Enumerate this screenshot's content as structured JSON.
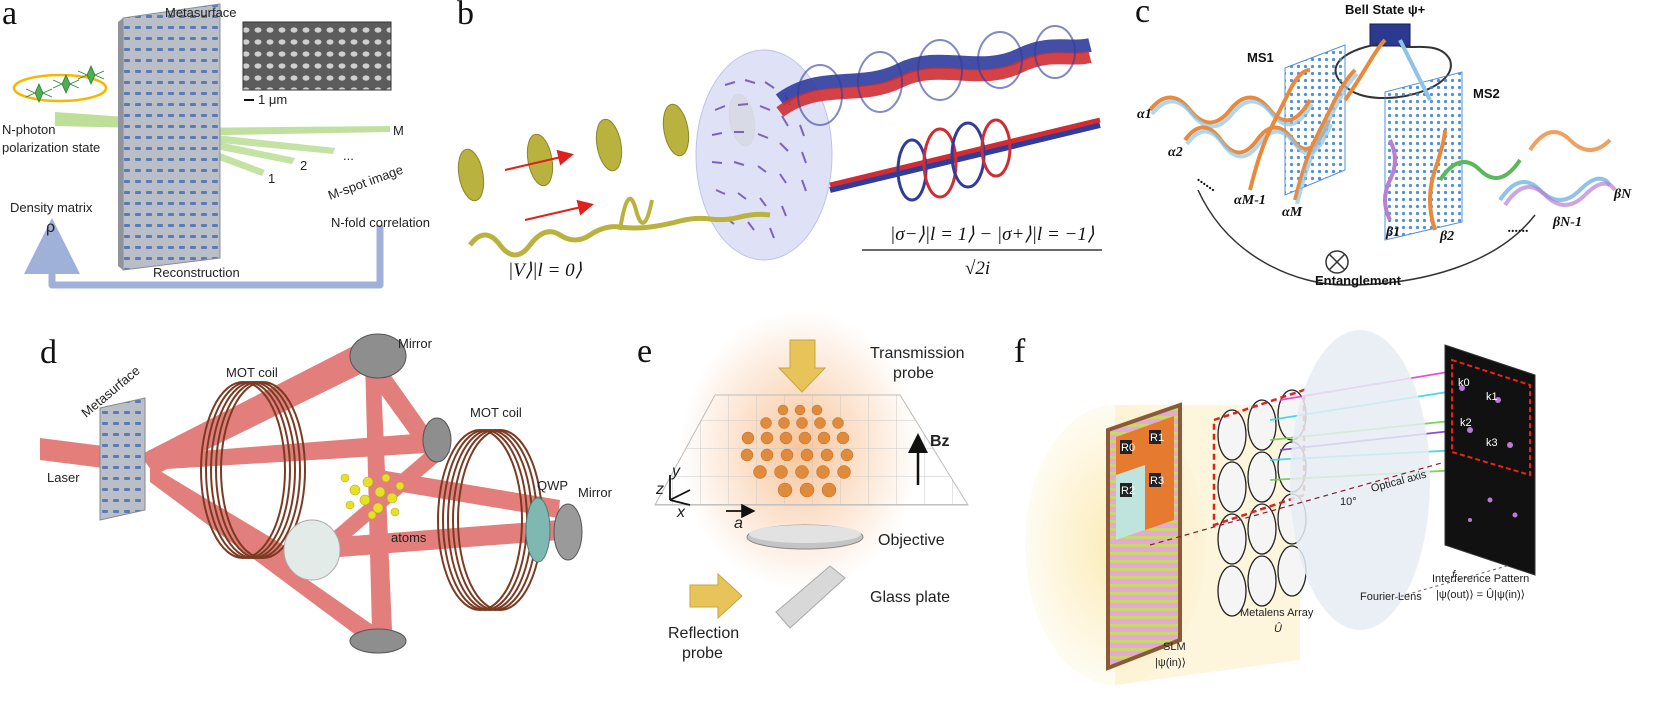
{
  "panel_a": {
    "letter": "a",
    "metasurface": "Metasurface",
    "scalebar": "1 μm",
    "input_line1": "N-photon",
    "input_line2": "polarization state",
    "spot_m": "M",
    "spot_1": "1",
    "spot_2": "2",
    "spot_dots": "...",
    "image": "M-spot image",
    "density": "Density matrix",
    "rho": "ρ",
    "correlation": "N-fold correlation",
    "reconstruction": "Reconstruction"
  },
  "panel_b": {
    "letter": "b",
    "input_state": "|V⟩|l = 0⟩",
    "out_numerator": "|σ−⟩|l = 1⟩ − |σ+⟩|l = −1⟩",
    "out_denominator": "√2i"
  },
  "panel_c": {
    "letter": "c",
    "bell": "Bell State ψ+",
    "ms1": "MS1",
    "ms2": "MS2",
    "alpha1": "α1",
    "alpha2": "α2",
    "alpha_m1": "αM-1",
    "alpha_m": "αM",
    "beta1": "β1",
    "beta2": "β2",
    "beta_n1": "βN-1",
    "beta_n": "βN",
    "dots_left": "......",
    "dots_right": "......",
    "entanglement": "Entanglement"
  },
  "panel_d": {
    "letter": "d",
    "metasurface": "Metasurface",
    "laser": "Laser",
    "mot1": "MOT coil",
    "mot2": "MOT coil",
    "mirror_top": "Mirror",
    "mirror_right": "Mirror",
    "qwp": "QWP",
    "atoms": "atoms"
  },
  "panel_e": {
    "letter": "e",
    "trans1": "Transmission",
    "trans2": "probe",
    "bz": "Bz",
    "axis_z": "z",
    "axis_y": "y",
    "axis_x": "x",
    "lattice": "a",
    "objective": "Objective",
    "glass": "Glass plate",
    "refl1": "Reflection",
    "refl2": "probe"
  },
  "panel_f": {
    "letter": "f",
    "r0": "R0",
    "r1": "R1",
    "r2": "R2",
    "r3": "R3",
    "k0": "k0",
    "k1": "k1",
    "k2": "k2",
    "k3": "k3",
    "angle": "10°",
    "optical_axis": "Optical axis",
    "f_len": "f",
    "slm": "SLM",
    "psi_in": "|ψ(in)⟩",
    "metalens": "Metalens Array",
    "u_hat": "Û",
    "fourier": "Fourier Lens",
    "interference": "Interference Pattern",
    "relation": "|ψ(out)⟩ = Û|ψ(in)⟩"
  },
  "colors": {
    "laser_red": "#d9534f",
    "metasurface_blue": "#4a8fd8",
    "feedback_blue": "#9fb1d9",
    "atom_orange": "#e08a3c",
    "atom_yellow": "#e6e02a",
    "coil_brown": "#7a3b22",
    "slm_orange": "#e67a2e"
  }
}
